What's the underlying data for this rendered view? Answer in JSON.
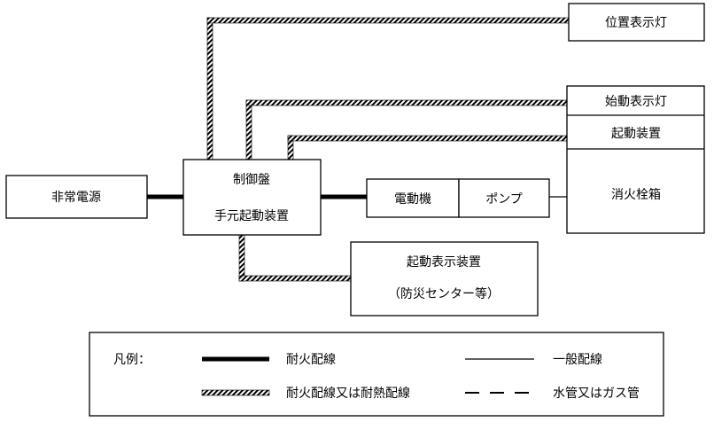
{
  "diagram": {
    "boxes": {
      "emergency_power": "非常電源",
      "control_panel_line1": "制御盤",
      "control_panel_line2": "手元起動装置",
      "motor": "電動機",
      "pump": "ポンプ",
      "position_lamp": "位置表示灯",
      "start_lamp": "始動表示灯",
      "start_device": "起動装置",
      "hydrant_box": "消火栓箱",
      "start_display_line1": "起動表示装置",
      "start_display_line2": "（防災センター等）"
    },
    "legend": {
      "title": "凡例：",
      "fireproof": "耐火配線",
      "general": "一般配線",
      "fireproof_or_heat": "耐火配線又は耐熱配線",
      "water_gas": "水管又はガス管"
    }
  }
}
